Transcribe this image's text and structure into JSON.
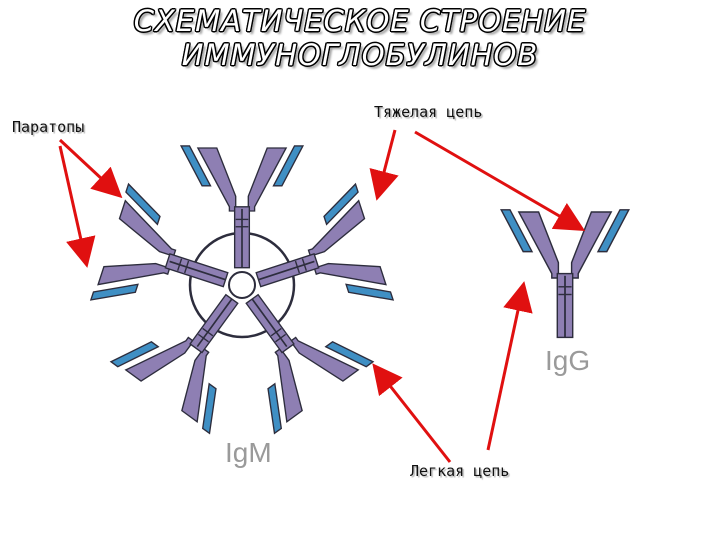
{
  "title": {
    "line1": "СХЕМАТИЧЕСКОЕ  СТРОЕНИЕ",
    "line2": "ИММУНОГЛОБУЛИНОВ"
  },
  "labels": {
    "paratopes": "Паратопы",
    "heavy_chain": "Тяжелая цепь",
    "light_chain": "Легкая цепь",
    "igm": "IgM",
    "igg": "IgG"
  },
  "colors": {
    "heavy_chain": "#8e7fb3",
    "light_chain": "#3f8fc4",
    "outline": "#2d2d3d",
    "arrow": "#e01010",
    "class_label": "#9a9a9a"
  }
}
